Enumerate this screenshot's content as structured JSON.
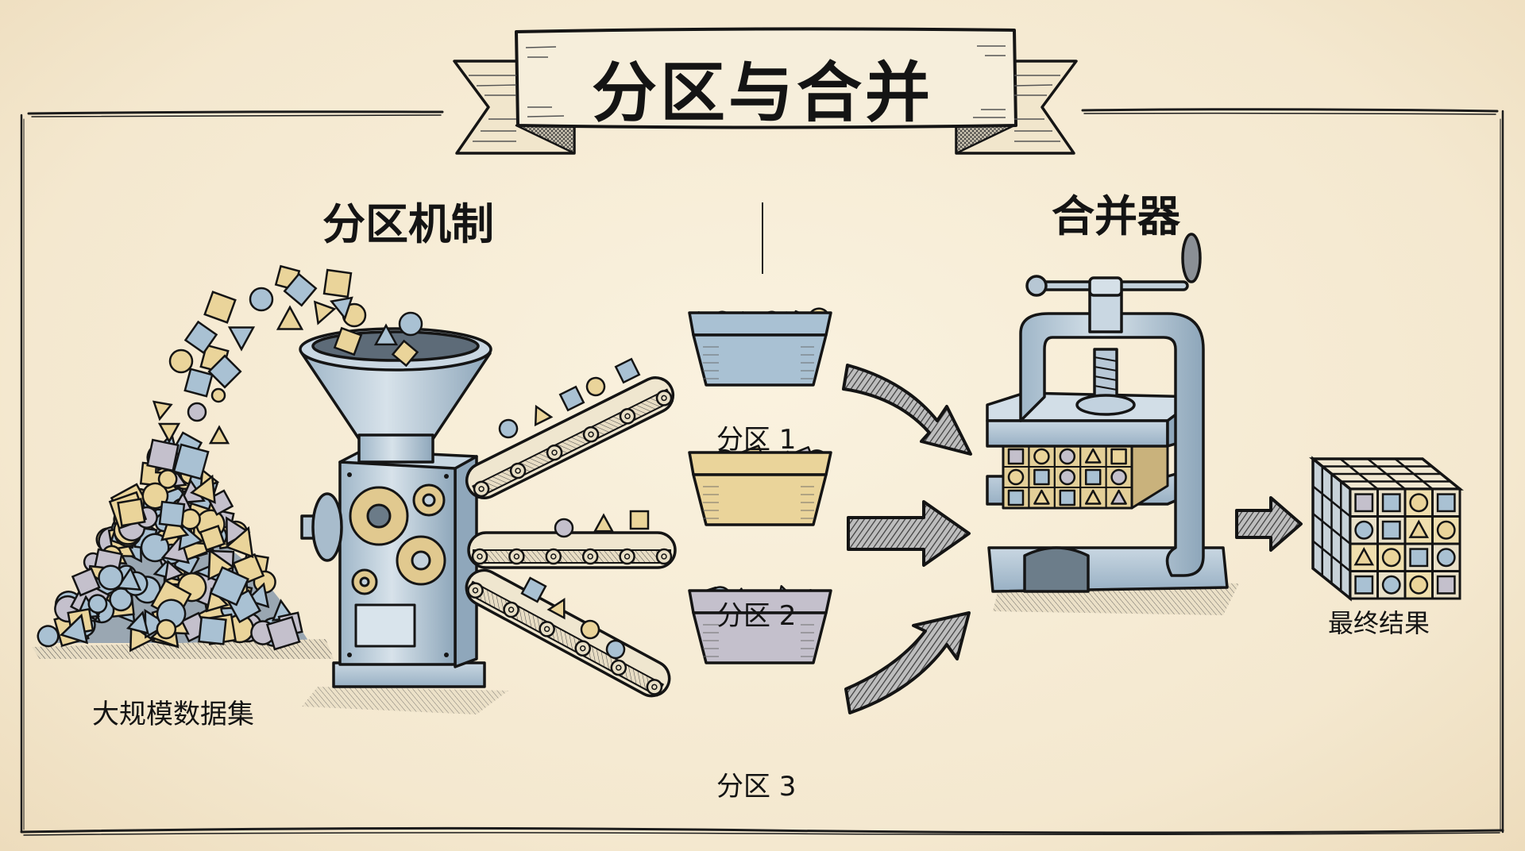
{
  "title": "分区与合并",
  "sections": {
    "partition_mechanism": "分区机制",
    "merger": "合并器"
  },
  "labels": {
    "dataset": "大规模数据集",
    "partitions": [
      "分区 1",
      "分区 2",
      "分区 3"
    ],
    "final_result": "最终结果"
  },
  "colors": {
    "paper": "#f5ebd4",
    "ink": "#141414",
    "steel_blue": "#a9c1d3",
    "sand_yellow": "#ead49a",
    "slate_gray": "#c4c0cc",
    "arrow_hatch": "#5a5a5a"
  },
  "partition_bins": [
    {
      "label_ref": "partitions.0",
      "fill": "steel_blue"
    },
    {
      "label_ref": "partitions.1",
      "fill": "sand_yellow"
    },
    {
      "label_ref": "partitions.2",
      "fill": "slate_gray"
    }
  ],
  "final_cube_front_grid": [
    [
      "square-gray",
      "square-blue",
      "circle-yellow",
      "square-blue"
    ],
    [
      "circle-blue",
      "square-blue",
      "triangle-yellow",
      "circle-yellow"
    ],
    [
      "triangle-yellow",
      "circle-yellow",
      "square-blue",
      "circle-blue"
    ],
    [
      "square-blue",
      "circle-blue",
      "circle-yellow",
      "square-gray"
    ]
  ],
  "flow": [
    "大规模数据集",
    "分区机制",
    "分区 1",
    "分区 2",
    "分区 3",
    "合并器",
    "最终结果"
  ]
}
